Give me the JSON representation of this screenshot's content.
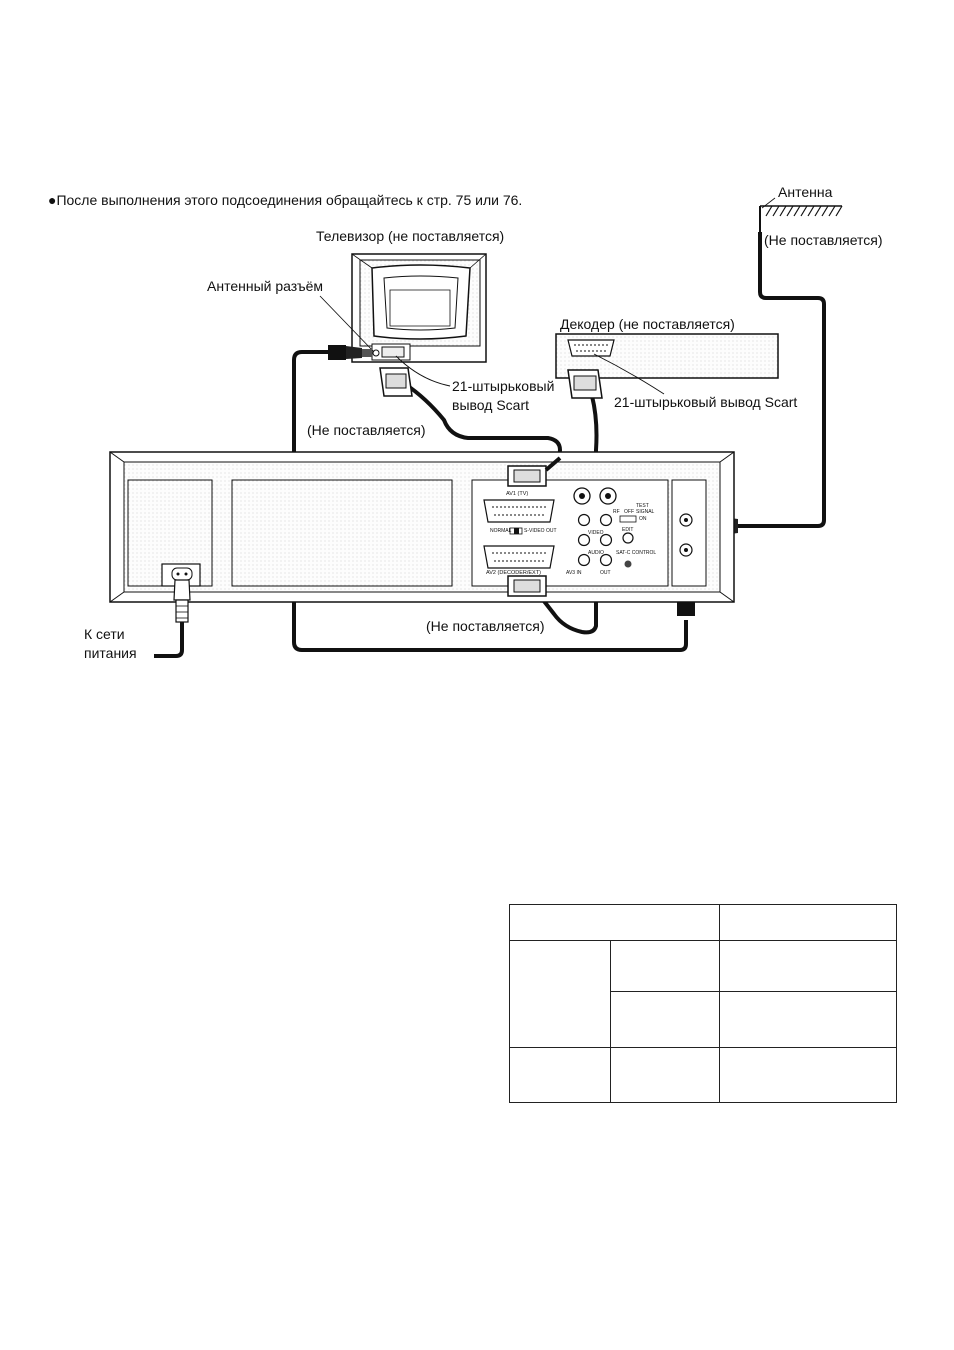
{
  "note": "●После выполнения этого подсоединения обращайтесь к стр. 75 или 76.",
  "labels": {
    "antenna": "Антенна",
    "antenna_not_supplied": "(Не поставляется)",
    "tv": "Телевизор (не поставляется)",
    "antenna_socket": "Антенный разъём",
    "decoder": "Декодер (не поставляется)",
    "scart_tv_line1": "21-штырьковый",
    "scart_tv_line2": "вывод Scart",
    "scart_decoder": "21-штырьковый вывод Scart",
    "cable_upper_not_supplied": "(Не поставляется)",
    "cable_lower_not_supplied": "(Не поставляется)",
    "mains_line1": "К сети",
    "mains_line2": "питания"
  },
  "vcr_panel": {
    "av1": "AV1 (TV)",
    "av2": "AV2 (DECODER/EXT)",
    "normal": "NORMAL",
    "svideo_out": "S-VIDEO OUT",
    "test": "TEST",
    "off": "OFF",
    "signal": "SIGNAL",
    "on": "ON",
    "rf": "RF",
    "edit": "EDIT",
    "sat_control": "SAT-C CONTROL",
    "video": "VIDEO",
    "audio": "AUDIO",
    "av3_in": "AV3 IN",
    "out": "OUT"
  }
}
